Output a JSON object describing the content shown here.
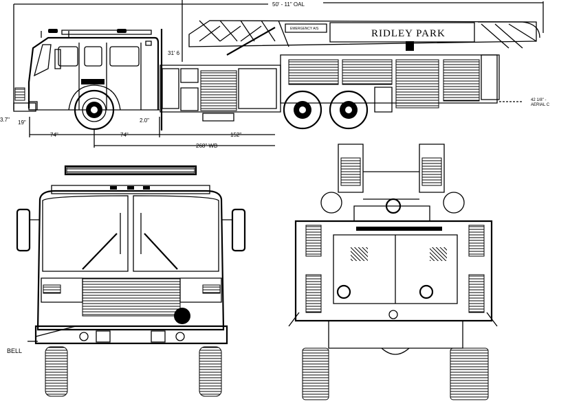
{
  "title": "Ridley Park aerial ladder truck elevation drawing",
  "side_view": {
    "overall_length": "50' - 11\" OAL",
    "ladder_sign": "RIDLEY PARK",
    "small_sign": "EMERGENCY A/S",
    "height_label": "31' 6",
    "rear_note_1": "42 1/8\" -",
    "rear_note_2": "AERIAL C",
    "dims": {
      "bumper_height": "3.7\"",
      "overhang": "19\"",
      "gap": "2.0\"",
      "front_to_axle": "74\"",
      "axle_to_body": "74\"",
      "body_length": "152\"",
      "wheelbase": "268\" WB"
    }
  },
  "front_view": {
    "bell_label": "BELL"
  }
}
